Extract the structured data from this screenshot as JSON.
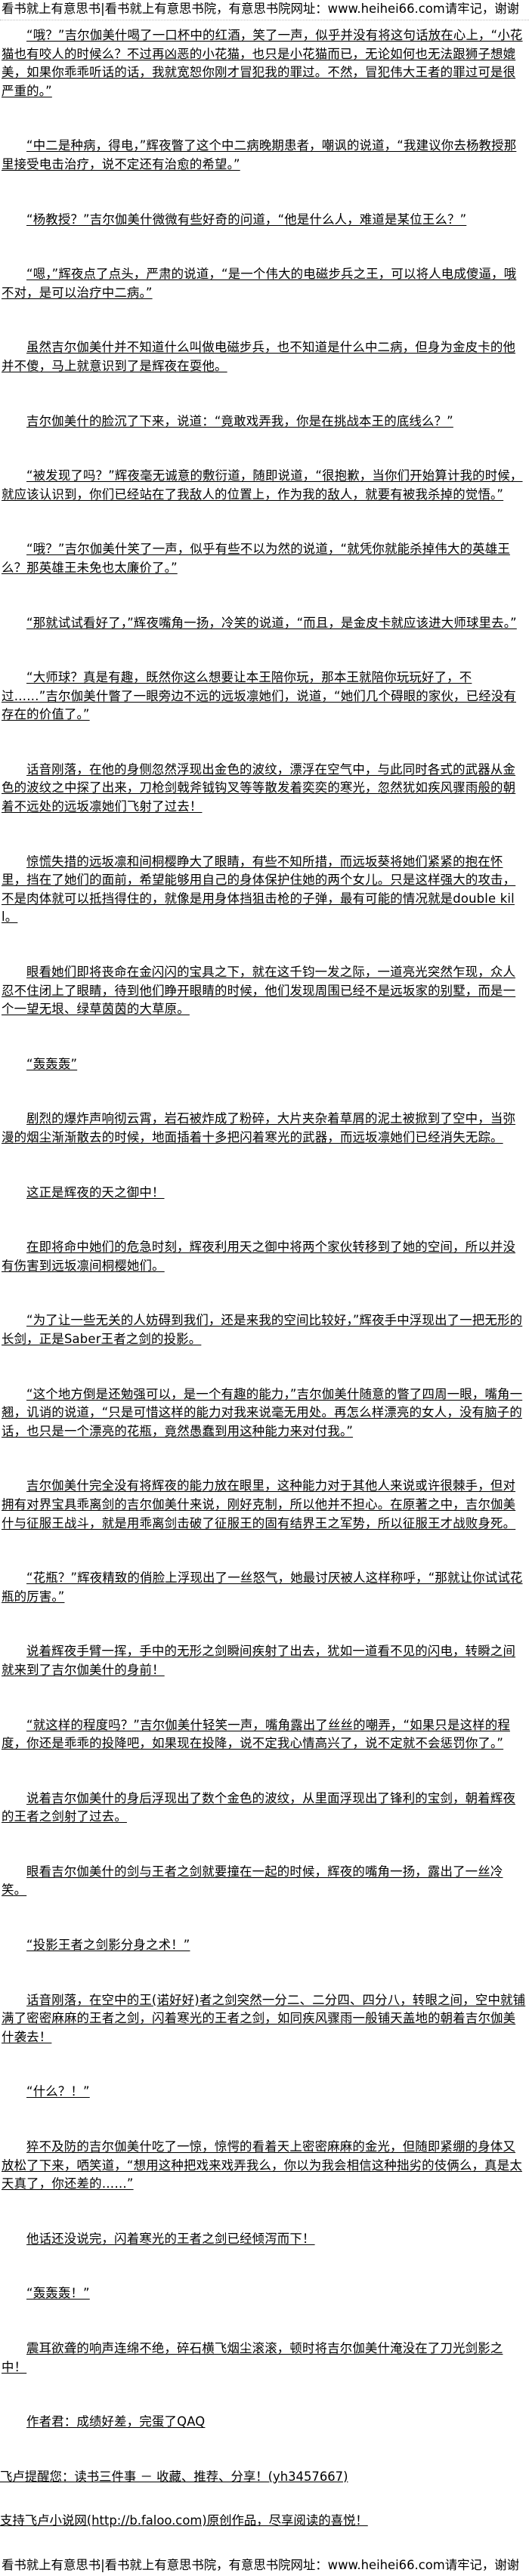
{
  "header": {
    "banner": "看书就上有意思书|看书就上有意思书院，有意思书院网址：www.heihei66.com请牢记，谢谢"
  },
  "paragraphs": [
    "“哦？”吉尔伽美什喝了一口杯中的红酒，笑了一声，似乎并没有将这句话放在心上，“小花猫也有咬人的时候么？不过再凶恶的小花猫，也只是小花猫而已，无论如何也无法跟狮子想媲美，如果你乖乖听话的话，我就宽恕你刚才冒犯我的罪过。不然，冒犯伟大王者的罪过可是很严重的。”",
    "“中二是种病，得电，”辉夜瞥了这个中二病晚期患者，嘲讽的说道，“我建议你去杨教授那里接受电击治疗，说不定还有治愈的希望。”",
    "“杨教授？”吉尔伽美什微微有些好奇的问道，“他是什么人，难道是某位王么？”",
    "“嗯，”辉夜点了点头，严肃的说道，“是一个伟大的电磁步兵之王，可以将人电成傻逼，哦不对，是可以治疗中二病。”",
    "虽然吉尔伽美什并不知道什么叫做电磁步兵，也不知道是什么中二病，但身为金皮卡的他并不傻，马上就意识到了是辉夜在耍他。",
    "吉尔伽美什的脸沉了下来，说道：“竟敢戏弄我，你是在挑战本王的底线么？”",
    "“被发现了吗？”辉夜毫无诚意的敷衍道，随即说道，“很抱歉，当你们开始算计我的时候，就应该认识到，你们已经站在了我敌人的位置上，作为我的敌人，就要有被我杀掉的觉悟。”",
    "“哦？”吉尔伽美什笑了一声，似乎有些不以为然的说道，“就凭你就能杀掉伟大的英雄王么？那英雄王未免也太廉价了。”",
    "“那就试试看好了，”辉夜嘴角一扬，冷笑的说道，“而且，是金皮卡就应该进大师球里去。”",
    "“大师球？真是有趣，既然你这么想要让本王陪你玩，那本王就陪你玩玩好了，不过……”吉尔伽美什瞥了一眼旁边不远的远坂凛她们，说道，“她们几个碍眼的家伙，已经没有存在的价值了。”",
    "话音刚落，在他的身侧忽然浮现出金色的波纹，漂浮在空气中，与此同时各式的武器从金色的波纹之中探了出来，刀枪剑戟斧钺钩叉等等散发着奕奕的寒光，忽然犹如疾风骤雨般的朝着不远处的远坂凛她们飞射了过去！",
    "惊慌失措的远坂凛和间桐樱睁大了眼睛，有些不知所措，而远坂葵将她们紧紧的抱在怀里，挡在了她们的面前，希望能够用自己的身体保护住她的两个女儿。只是这样强大的攻击，不是肉体就可以抵挡得住的，就像是用身体挡狙击枪的子弹，最有可能的情况就是double kill。",
    "眼看她们即将丧命在金闪闪的宝具之下，就在这千钧一发之际，一道亮光突然乍现，众人忍不住闭上了眼睛，待到他们睁开眼睛的时候，他们发现周围已经不是远坂家的别墅，而是一个一望无垠、绿草茵茵的大草原。",
    "“轰轰轰”",
    "剧烈的爆炸声响彻云霄，岩石被炸成了粉碎，大片夹杂着草屑的泥土被掀到了空中，当弥漫的烟尘渐渐散去的时候，地面插着十多把闪着寒光的武器，而远坂凛她们已经消失无踪。",
    "这正是辉夜的天之御中！",
    "在即将命中她们的危急时刻，辉夜利用天之御中将两个家伙转移到了她的空间，所以并没有伤害到远坂凛间桐樱她们。",
    "“为了让一些无关的人妨碍到我们，还是来我的空间比较好，”辉夜手中浮现出了一把无形的长剑，正是Saber王者之剑的投影。",
    "“这个地方倒是还勉强可以，是一个有趣的能力，”吉尔伽美什随意的瞥了四周一眼，嘴角一翘，讥诮的说道，“只是可惜这样的能力对我来说毫无用处。再怎么样漂亮的女人，没有脑子的话，也只是一个漂亮的花瓶，竟然愚蠢到用这种能力来对付我。”",
    "吉尔伽美什完全没有将辉夜的能力放在眼里，这种能力对于其他人来说或许很棘手，但对拥有对界宝具乖离剑的吉尔伽美什来说，刚好克制，所以他并不担心。在原著之中，吉尔伽美什与征服王战斗，就是用乖离剑击破了征服王的固有结界王之军势，所以征服王才战败身死。",
    "“花瓶？”辉夜精致的俏脸上浮现出了一丝怒气，她最讨厌被人这样称呼，“那就让你试试花瓶的厉害。”",
    "说着辉夜手臂一挥，手中的无形之剑瞬间疾射了出去，犹如一道看不见的闪电，转瞬之间就来到了吉尔伽美什的身前！",
    "“就这样的程度吗？”吉尔伽美什轻笑一声，嘴角露出了丝丝的嘲弄，“如果只是这样的程度，你还是乖乖的投降吧，如果现在投降，说不定我心情高兴了，说不定就不会惩罚你了。”",
    "说着吉尔伽美什的身后浮现出了数个金色的波纹，从里面浮现出了锋利的宝剑，朝着辉夜的王者之剑射了过去。",
    "眼看吉尔伽美什的剑与王者之剑就要撞在一起的时候，辉夜的嘴角一扬，露出了一丝冷笑。",
    "“投影王者之剑影分身之术！”",
    "话音刚落，在空中的王(诺好好)者之剑突然一分二、二分四、四分八，转眼之间，空中就铺满了密密麻麻的王者之剑，闪着寒光的王者之剑，如同疾风骤雨一般铺天盖地的朝着吉尔伽美什袭去！",
    "“什么？！”",
    "猝不及防的吉尔伽美什吃了一惊，惊愕的看着天上密密麻麻的金光，但随即紧绷的身体又放松了下来，哂笑道，“想用这种把戏来戏弄我么，你以为我会相信这种拙劣的伎俩么，真是太天真了，你还差的……”",
    "他话还没说完，闪着寒光的王者之剑已经倾泻而下！",
    "“轰轰轰！”",
    "震耳欲聋的响声连绵不绝，碎石横飞烟尘滚滚，顿时将吉尔伽美什淹没在了刀光剑影之中！",
    "作者君：成绩好差，完蛋了QAQ"
  ],
  "notes": [
    "飞卢提醒您：读书三件事 － 收藏、推荐、分享！(yh3457667)",
    "支持飞卢小说网(http://b.faloo.com)原创作品，尽享阅读的喜悦！"
  ],
  "footer": {
    "banner": "看书就上有意思书|看书就上有意思书院，有意思书院网址：www.heihei66.com请牢记，谢谢"
  }
}
